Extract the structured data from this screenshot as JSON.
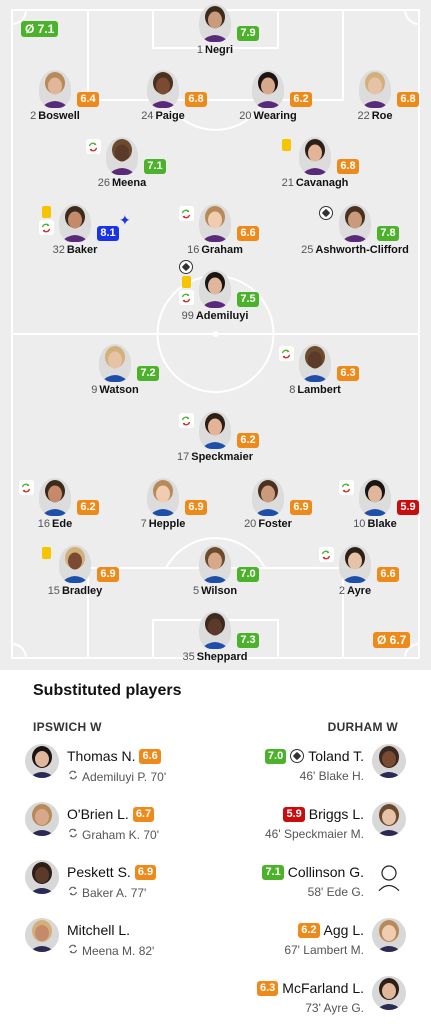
{
  "colors": {
    "green": "#4db22b",
    "orange": "#ee8a19",
    "red": "#c90d0d",
    "blue": "#1a33e6",
    "pitch": "#ededed"
  },
  "durham_avg": "Ø 7.1",
  "ipswich_avg": "Ø 6.7",
  "durham": [
    {
      "num": "1",
      "name": "Negri",
      "rating": "7.9",
      "rc": "green"
    },
    {
      "num": "2",
      "name": "Boswell",
      "rating": "6.4",
      "rc": "orange"
    },
    {
      "num": "24",
      "name": "Paige",
      "rating": "6.8",
      "rc": "orange"
    },
    {
      "num": "20",
      "name": "Wearing",
      "rating": "6.2",
      "rc": "orange"
    },
    {
      "num": "22",
      "name": "Roe",
      "rating": "6.8",
      "rc": "orange"
    },
    {
      "num": "26",
      "name": "Meena",
      "rating": "7.1",
      "rc": "green",
      "icons": [
        "sub-out-icon"
      ]
    },
    {
      "num": "21",
      "name": "Cavanagh",
      "rating": "6.8",
      "rc": "orange",
      "icons": [
        "yellow-card-icon"
      ]
    },
    {
      "num": "32",
      "name": "Baker",
      "rating": "8.1",
      "rc": "blue",
      "icons": [
        "yellow-card-icon",
        "sub-out-icon"
      ],
      "star": true
    },
    {
      "num": "16",
      "name": "Graham",
      "rating": "6.6",
      "rc": "orange",
      "icons": [
        "sub-out-icon"
      ]
    },
    {
      "num": "25",
      "name": "Ashworth-Clifford",
      "rating": "7.8",
      "rc": "green",
      "icons": [
        "goal-icon"
      ]
    },
    {
      "num": "99",
      "name": "Ademiluyi",
      "rating": "7.5",
      "rc": "green",
      "icons": [
        "goal-icon",
        "yellow-card-icon",
        "sub-out-icon"
      ]
    }
  ],
  "ipswich": [
    {
      "num": "9",
      "name": "Watson",
      "rating": "7.2",
      "rc": "green"
    },
    {
      "num": "8",
      "name": "Lambert",
      "rating": "6.3",
      "rc": "orange",
      "icons": [
        "sub-out-icon"
      ]
    },
    {
      "num": "17",
      "name": "Speckmaier",
      "rating": "6.2",
      "rc": "orange",
      "icons": [
        "sub-out-icon"
      ]
    },
    {
      "num": "16",
      "name": "Ede",
      "rating": "6.2",
      "rc": "orange",
      "icons": [
        "sub-out-icon"
      ]
    },
    {
      "num": "7",
      "name": "Hepple",
      "rating": "6.9",
      "rc": "orange"
    },
    {
      "num": "20",
      "name": "Foster",
      "rating": "6.9",
      "rc": "orange"
    },
    {
      "num": "10",
      "name": "Blake",
      "rating": "5.9",
      "rc": "red",
      "icons": [
        "sub-out-icon"
      ]
    },
    {
      "num": "15",
      "name": "Bradley",
      "rating": "6.9",
      "rc": "orange",
      "icons": [
        "yellow-card-icon"
      ]
    },
    {
      "num": "5",
      "name": "Wilson",
      "rating": "7.0",
      "rc": "green"
    },
    {
      "num": "2",
      "name": "Ayre",
      "rating": "6.6",
      "rc": "orange",
      "icons": [
        "sub-out-icon"
      ]
    },
    {
      "num": "35",
      "name": "Sheppard",
      "rating": "7.3",
      "rc": "green"
    }
  ],
  "subs": {
    "title": "Substituted players",
    "left_team": "IPSWICH W",
    "right_team": "DURHAM W",
    "left": [
      {
        "name": "Thomas N.",
        "rating": "6.6",
        "rc": "orange",
        "detail": "Ademiluyi P. 70'"
      },
      {
        "name": "O'Brien L.",
        "rating": "6.7",
        "rc": "orange",
        "detail": "Graham K. 70'"
      },
      {
        "name": "Peskett S.",
        "rating": "6.9",
        "rc": "orange",
        "detail": "Baker A. 77'"
      },
      {
        "name": "Mitchell L.",
        "rating": "",
        "rc": "",
        "detail": "Meena M. 82'"
      }
    ],
    "right": [
      {
        "name": "Toland T.",
        "rating": "7.0",
        "rc": "green",
        "detail": "46' Blake H.",
        "goal": true
      },
      {
        "name": "Briggs L.",
        "rating": "5.9",
        "rc": "red",
        "detail": "46' Speckmaier M."
      },
      {
        "name": "Collinson G.",
        "rating": "7.1",
        "rc": "green",
        "detail": "58' Ede G.",
        "placeholder": true
      },
      {
        "name": "Agg L.",
        "rating": "6.2",
        "rc": "orange",
        "detail": "67' Lambert M."
      },
      {
        "name": "McFarland L.",
        "rating": "6.3",
        "rc": "orange",
        "detail": "73' Ayre G."
      }
    ]
  }
}
